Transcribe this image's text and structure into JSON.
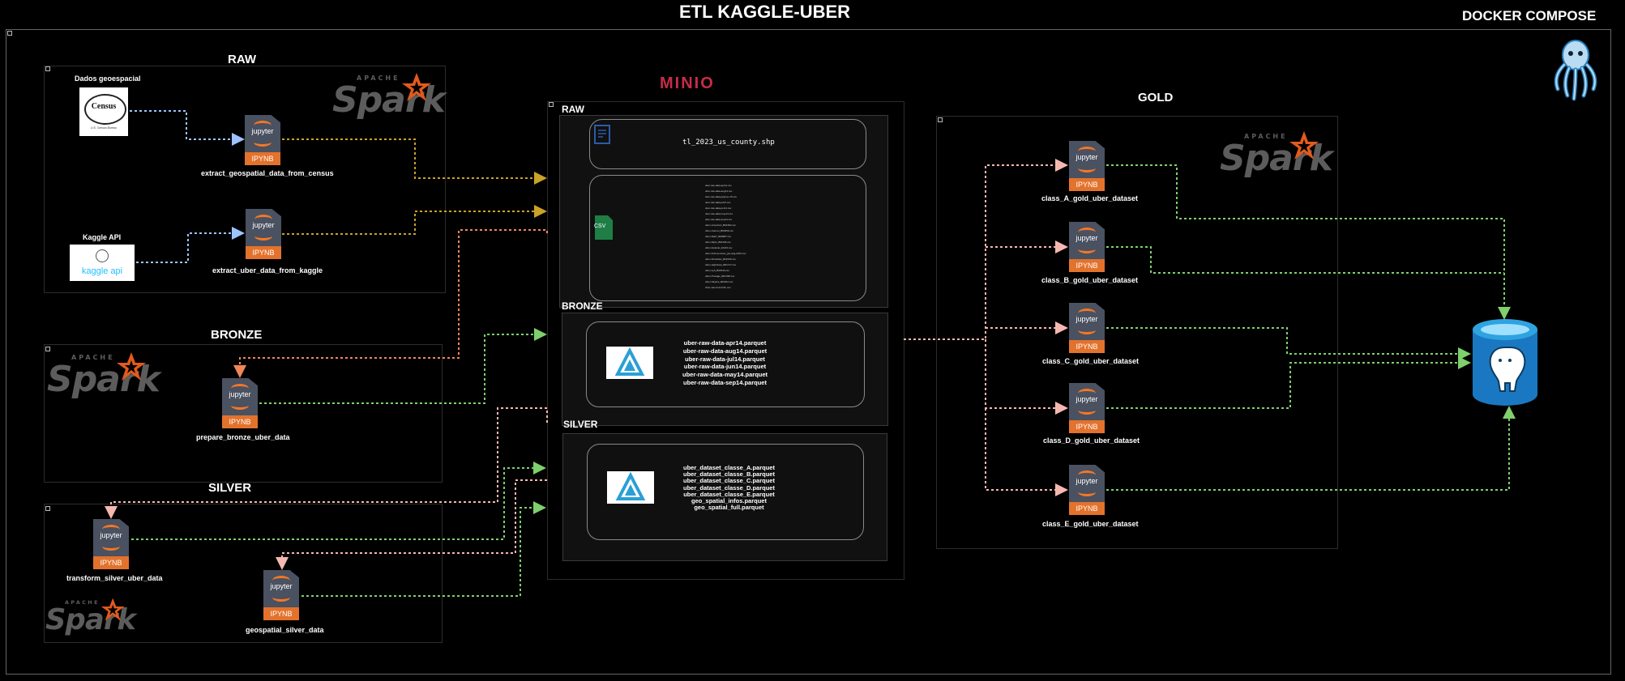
{
  "title": "ETL KAGGLE-UBER",
  "frame_label": "DOCKER COMPOSE",
  "brands": {
    "spark_apache": "APACHE",
    "spark": "Spark",
    "minio": "MINIO"
  },
  "notebook": {
    "top": "jupyter",
    "badge": "IPYNB"
  },
  "sources": {
    "census": {
      "label": "Dados geoespacial",
      "logo": "Census",
      "logo_sub": "U.S. Census Bureau"
    },
    "kaggle": {
      "label": "Kaggle API",
      "logo": "kaggle api"
    }
  },
  "stages": {
    "raw": {
      "title": "RAW",
      "notebooks": [
        "extract_geospatial_data_from_census",
        "extract_uber_data_from_kaggle"
      ]
    },
    "bronze": {
      "title": "BRONZE",
      "notebooks": [
        "prepare_bronze_uber_data"
      ]
    },
    "silver": {
      "title": "SILVER",
      "notebooks": [
        "transform_silver_uber_data",
        "geospatial_silver_data"
      ]
    },
    "gold": {
      "title": "GOLD",
      "notebooks": [
        "class_A_gold_uber_dataset",
        "class_B_gold_uber_dataset",
        "class_C_gold_uber_dataset",
        "class_D_gold_uber_dataset",
        "class_E_gold_uber_dataset"
      ]
    }
  },
  "minio": {
    "raw": {
      "label": "RAW",
      "shapefile": "tl_2023_us_county.shp",
      "csv_badge": "CSV",
      "csv_files": [
        "uber-raw-data-apr14.csv",
        "uber-raw-data-aug14.csv",
        "uber-raw-data-janjune-15.csv",
        "uber-raw-data-jul14.csv",
        "uber-raw-data-jun14.csv",
        "uber-raw-data-may14.csv",
        "uber-raw-data-sep14.csv",
        "other-American_B01362.csv",
        "other-Carmel_B00256.csv",
        "other-Dial7_B00887.csv",
        "other-Diplo_B01196.csv",
        "other-Federal_02216.csv",
        "other-FHV-services_jan-aug-2015.csv",
        "other-Firstclass_B01536.csv",
        "other-Highclass_B01717.csv",
        "other-Lyft_B02510.csv",
        "other-Prestige_B01338.csv",
        "other-Skyline_B00111.csv",
        "Uber-Jan-Feb-FOIL.csv"
      ]
    },
    "bronze": {
      "label": "BRONZE",
      "files": [
        "uber-raw-data-apr14.parquet",
        "uber-raw-data-aug14.parquet",
        "uber-raw-data-jul14.parquet",
        "uber-raw-data-jun14.parquet",
        "uber-raw-data-may14.parquet",
        "uber-raw-data-sep14.parquet"
      ]
    },
    "silver": {
      "label": "SILVER",
      "files": [
        "uber_dataset_classe_A.parquet",
        "uber_dataset_classe_B.parquet",
        "uber_dataset_classe_C.parquet",
        "uber_dataset_classe_D.parquet",
        "uber_dataset_classe_E.parquet",
        "geo_spatial_infos.parquet",
        "geo_spatial_full.parquet"
      ]
    }
  },
  "colors": {
    "yellow": "#c9a227",
    "orange": "#f0865a",
    "green": "#7ed06c",
    "pink": "#f5b8b0",
    "blue": "#9ec3ff",
    "spark_orange": "#e25a1c",
    "postgres": "#336791"
  }
}
